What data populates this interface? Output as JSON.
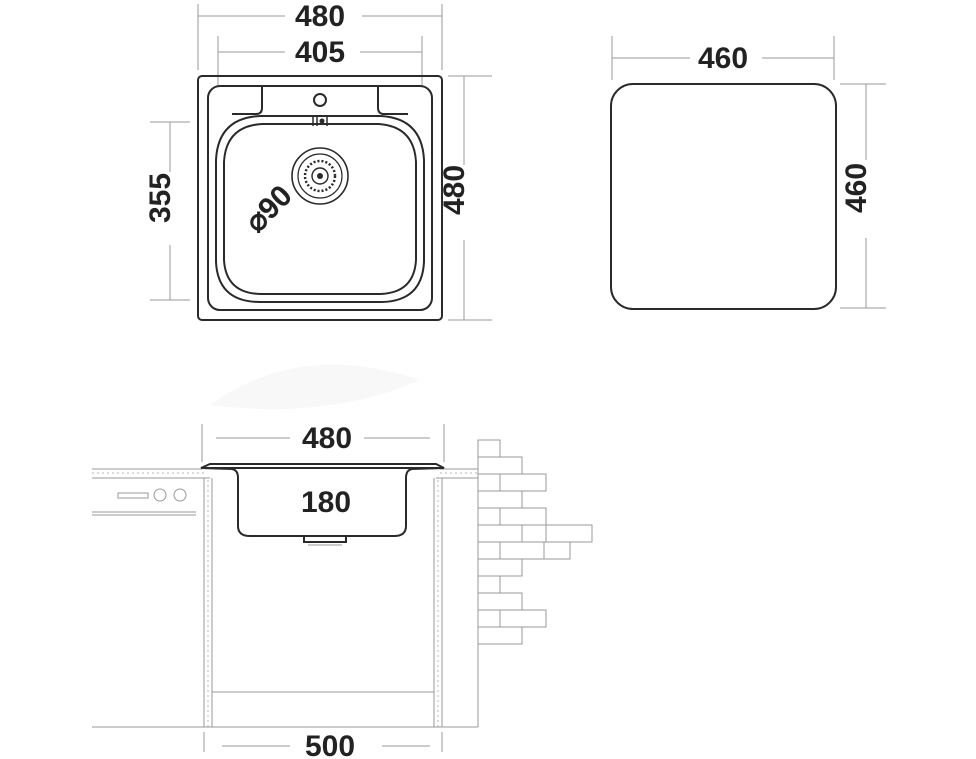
{
  "top_view": {
    "width_outer": "480",
    "width_inner": "405",
    "height_outer": "480",
    "height_inner": "355",
    "drain_diameter": "⌀90"
  },
  "cutout_view": {
    "width": "460",
    "height": "460"
  },
  "side_view": {
    "width": "480",
    "depth": "180",
    "cabinet_width": "500"
  },
  "colors": {
    "line": "#2a2a2a",
    "dimension_line": "#9a9a9a",
    "text": "#222222",
    "hatch": "#b5b5b5"
  }
}
